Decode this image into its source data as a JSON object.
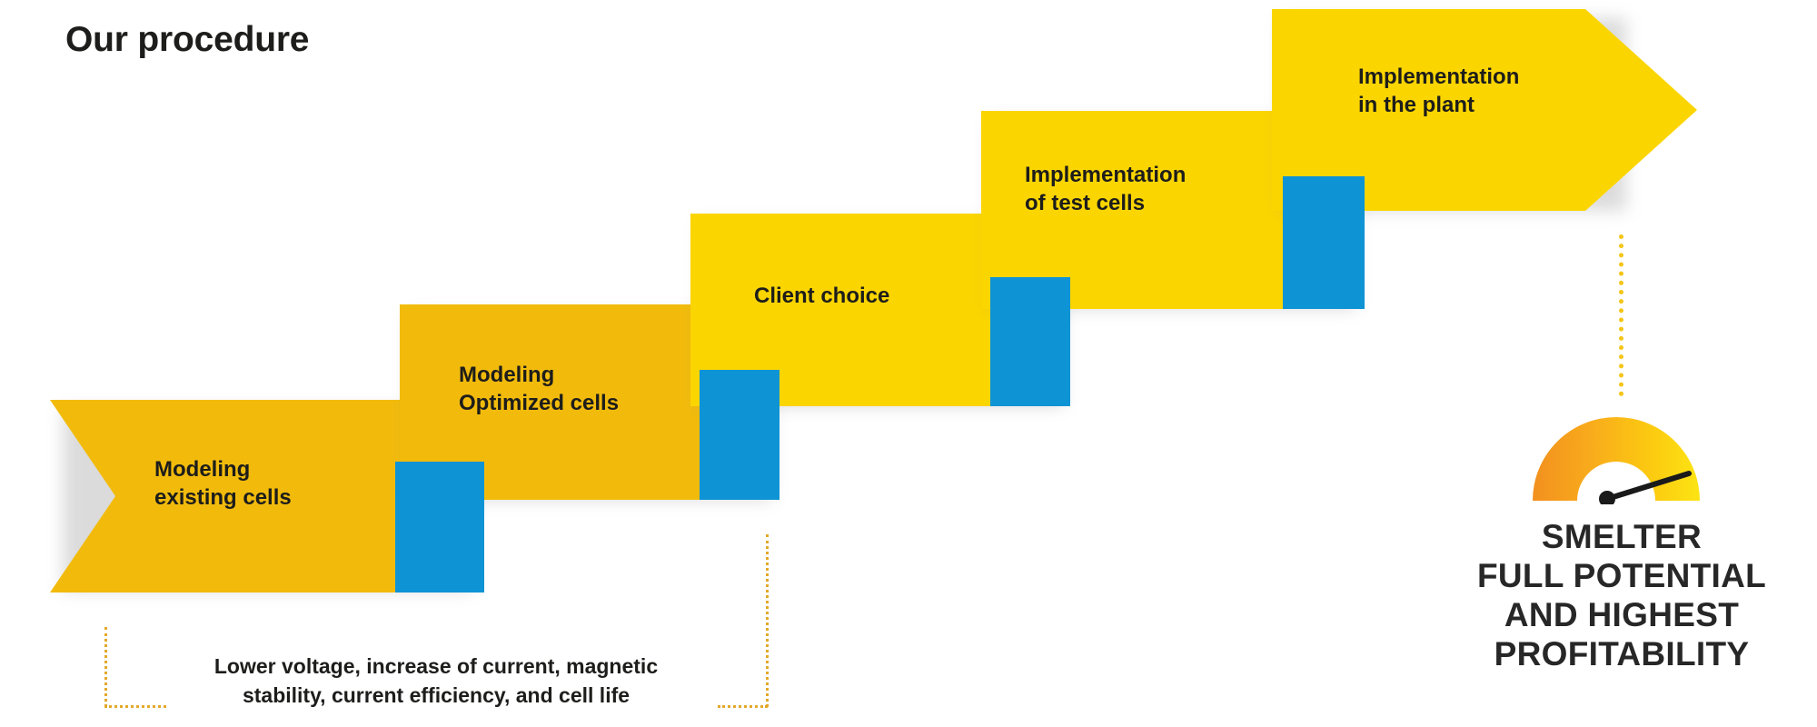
{
  "title": "Our procedure",
  "colors": {
    "yellow_dark": "#F2BB0C",
    "yellow_light": "#FBD500",
    "blue": "#0E93D5",
    "dotted_orange": "#E3A92B",
    "dotted_yellow": "#F5C518",
    "text_dark": "#1D1D1B",
    "gauge_start": "#F49A25",
    "gauge_end": "#FBE216",
    "needle": "#1A1A1A"
  },
  "steps": [
    {
      "id": "step-1",
      "label": "Modeling\nexisting cells",
      "shape": "chevron-left-notch",
      "tone": "dark"
    },
    {
      "id": "step-2",
      "label": "Modeling\nOptimized cells",
      "shape": "rect",
      "tone": "dark"
    },
    {
      "id": "step-3",
      "label": "Client choice",
      "shape": "rect",
      "tone": "light"
    },
    {
      "id": "step-4",
      "label": "Implementation\nof test cells",
      "shape": "rect",
      "tone": "light"
    },
    {
      "id": "step-5",
      "label": "Implementation\nin the plant",
      "shape": "arrow-right-point",
      "tone": "light"
    }
  ],
  "callout": {
    "text": "Lower voltage, increase of current, magnetic\nstability, current efficiency, and cell life"
  },
  "outcome": {
    "gauge_icon": "gauge-meter-icon",
    "text": "SMELTER\nFULL POTENTIAL\nAND HIGHEST\nPROFITABILITY"
  }
}
